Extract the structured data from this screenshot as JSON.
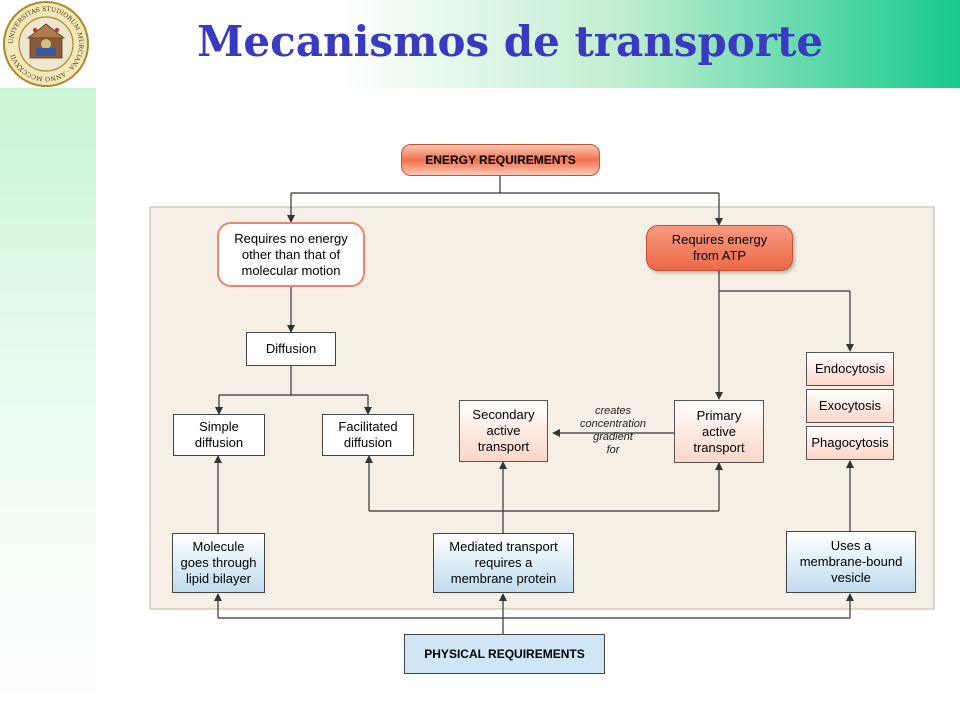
{
  "title": "Mecanismos de transporte",
  "seal": {
    "text": "UNIVERSITAS STUDIORUM MURCIANA · ANNO MCCCXXVII"
  },
  "diagram": {
    "energy_requirements": "ENERGY REQUIREMENTS",
    "no_energy_1": "Requires no energy",
    "no_energy_2": "other than that of",
    "no_energy_3": "molecular motion",
    "atp_1": "Requires energy",
    "atp_2": "from ATP",
    "diffusion": "Diffusion",
    "simple_1": "Simple",
    "simple_2": "diffusion",
    "facilitated_1": "Facilitated",
    "facilitated_2": "diffusion",
    "secondary_1": "Secondary",
    "secondary_2": "active",
    "secondary_3": "transport",
    "primary_1": "Primary",
    "primary_2": "active",
    "primary_3": "transport",
    "note_1": "creates",
    "note_2": "concentration",
    "note_3": "gradient",
    "note_4": "for",
    "endocytosis": "Endocytosis",
    "exocytosis": "Exocytosis",
    "phagocytosis": "Phagocytosis",
    "molecule_1": "Molecule",
    "molecule_2": "goes through",
    "molecule_3": "lipid bilayer",
    "mediated_1": "Mediated transport",
    "mediated_2": "requires a",
    "mediated_3": "membrane protein",
    "vesicle_1": "Uses a",
    "vesicle_2": "membrane-bound",
    "vesicle_3": "vesicle",
    "physical_requirements": "PHYSICAL REQUIREMENTS"
  }
}
